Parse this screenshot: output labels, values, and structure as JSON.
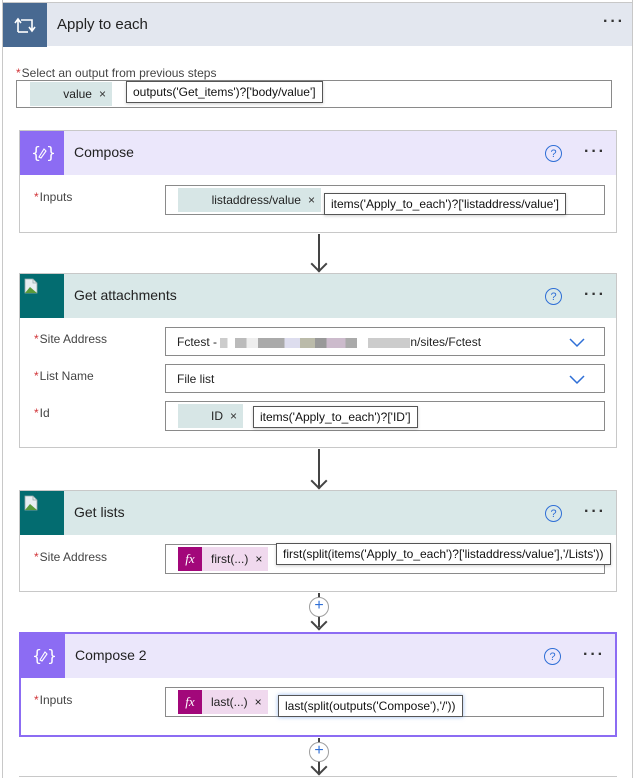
{
  "loop": {
    "title": "Apply to each",
    "icon": "loop-icon",
    "more_label": "···",
    "field_label": "Select an output from previous steps",
    "token_label": "value",
    "token_remove": "×",
    "tooltip": "outputs('Get_items')?['body/value']"
  },
  "compose": {
    "title": "Compose",
    "icon": "compose-braces-icon",
    "help": "?",
    "more_label": "···",
    "inputs_label": "Inputs",
    "token_label": "listaddress/value",
    "token_remove": "×",
    "tooltip": "items('Apply_to_each')?['listaddress/value']"
  },
  "get_attachments": {
    "title": "Get attachments",
    "icon": "sharepoint-broken-image-icon",
    "help": "?",
    "more_label": "···",
    "site_address_label": "Site Address",
    "site_address_prefix": "Fctest - ",
    "site_address_suffix": "n/sites/Fctest",
    "list_name_label": "List Name",
    "list_name_value": "File list",
    "id_label": "Id",
    "id_token": "ID",
    "token_remove": "×",
    "id_tooltip": "items('Apply_to_each')?['ID']"
  },
  "get_lists": {
    "title": "Get lists",
    "icon": "sharepoint-broken-image-icon",
    "help": "?",
    "more_label": "···",
    "site_address_label": "Site Address",
    "fx_label": "fx",
    "token_label": "first(...)",
    "token_remove": "×",
    "tooltip": "first(split(items('Apply_to_each')?['listaddress/value'],'/Lists'))"
  },
  "compose2": {
    "title": "Compose 2",
    "icon": "compose-braces-icon",
    "help": "?",
    "more_label": "···",
    "inputs_label": "Inputs",
    "fx_label": "fx",
    "token_label": "last(...)",
    "token_remove": "×",
    "tooltip": "last(split(outputs('Compose'),'/'))"
  },
  "common": {
    "required_mark": "*",
    "add_step": "+"
  },
  "colors": {
    "loop_accent": "#486991",
    "compose_accent": "#8c6cf3",
    "sharepoint_accent": "#036c70",
    "expression_accent": "#a2077a",
    "required": "#d13438",
    "help_blue": "#2f6fd6"
  }
}
